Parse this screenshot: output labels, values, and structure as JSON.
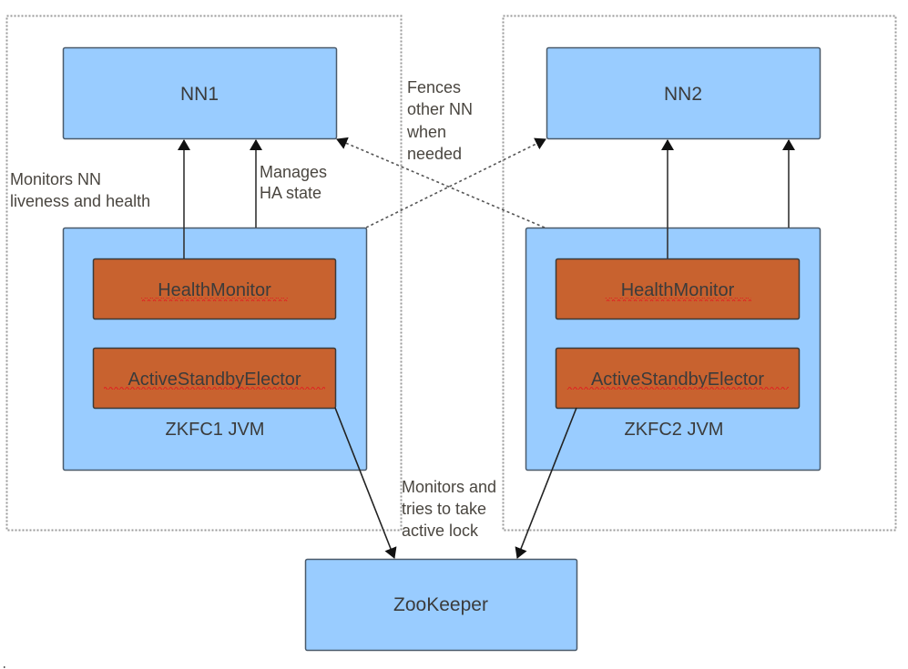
{
  "diagram": {
    "title": "HDFS NameNode automatic failover with ZKFC",
    "colors": {
      "node_fill": "#99ccff",
      "node_stroke": "#4a5a6a",
      "component_fill": "#c8622f",
      "component_stroke": "#3a3a3a",
      "text": "#3b3b3b",
      "spellcheck_underline": "#e02020",
      "container_stroke": "#9a9a9a",
      "arrow": "#333333"
    },
    "containers": [
      {
        "id": "left-host",
        "label": ""
      },
      {
        "id": "right-host",
        "label": ""
      }
    ],
    "nodes": {
      "nn1": "NN1",
      "nn2": "NN2",
      "zkfc1": "ZKFC1 JVM",
      "zkfc2": "ZKFC2 JVM",
      "zookeeper": "ZooKeeper"
    },
    "components": {
      "health_monitor_1": "HealthMonitor",
      "elector_1": "ActiveStandbyElector",
      "health_monitor_2": "HealthMonitor",
      "elector_2": "ActiveStandbyElector"
    },
    "annotations": {
      "monitors_nn": [
        "Monitors NN",
        "liveness and health"
      ],
      "manages_ha": [
        "Manages",
        "HA state"
      ],
      "fences": [
        "Fences",
        "other NN",
        "when",
        "needed"
      ],
      "zk_lock": [
        "Monitors and",
        "tries to take",
        "active lock"
      ]
    },
    "edges": [
      {
        "from": "health_monitor_1",
        "to": "nn1",
        "style": "solid",
        "label": "Monitors NN liveness and health"
      },
      {
        "from": "zkfc1",
        "to": "nn1",
        "style": "solid",
        "label": "Manages HA state"
      },
      {
        "from": "health_monitor_2",
        "to": "nn2",
        "style": "solid"
      },
      {
        "from": "zkfc2",
        "to": "nn2",
        "style": "solid"
      },
      {
        "from": "zkfc1",
        "to": "nn2",
        "style": "dotted",
        "label": "Fences other NN when needed"
      },
      {
        "from": "zkfc2",
        "to": "nn1",
        "style": "dotted"
      },
      {
        "from": "elector_1",
        "to": "zookeeper",
        "style": "solid",
        "label": "Monitors and tries to take active lock"
      },
      {
        "from": "elector_2",
        "to": "zookeeper",
        "style": "solid"
      }
    ]
  }
}
